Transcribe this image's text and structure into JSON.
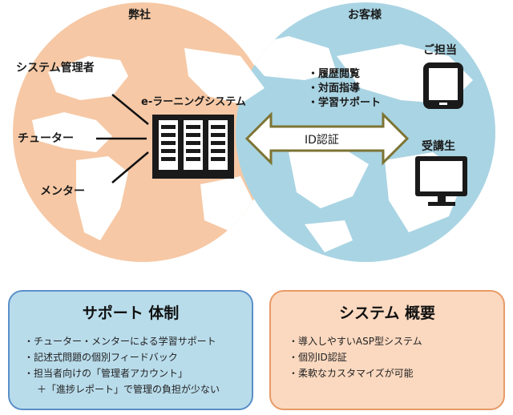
{
  "diagram": {
    "left_circle_label": "弊社",
    "right_circle_label": "お客様",
    "system_label": "e-ラーニングシステム",
    "left_roles": [
      "システム管理者",
      "チューター",
      "メンター"
    ],
    "right_roles": {
      "admin": "ご担当",
      "learner": "受講生"
    },
    "features": [
      "・履歴閲覧",
      "・対面指導",
      "・学習サポート"
    ],
    "connector_label": "ID認証",
    "colors": {
      "left_circle": "#f6c8a5",
      "right_circle": "#a9d4e3",
      "continent": "#ffffff",
      "arrow_border": "#7d7433",
      "server": "#1a1a1a"
    }
  },
  "support_box": {
    "title": "サポート 体制",
    "items": [
      "・チューター・メンターによる学習サポート",
      "・記述式問題の個別フィードバック",
      "・担当者向けの「管理者アカウント」",
      "＋「進捗レポート」で管理の負担が少ない"
    ],
    "border_color": "#5a8fc8",
    "fill_color": "#b9dceb"
  },
  "system_box": {
    "title": "システム 概要",
    "items": [
      "・導入しやすいASP型システム",
      "・個別ID認証",
      "・柔軟なカスタマイズが可能"
    ],
    "border_color": "#e89a66",
    "fill_color": "#fbd9c0"
  }
}
